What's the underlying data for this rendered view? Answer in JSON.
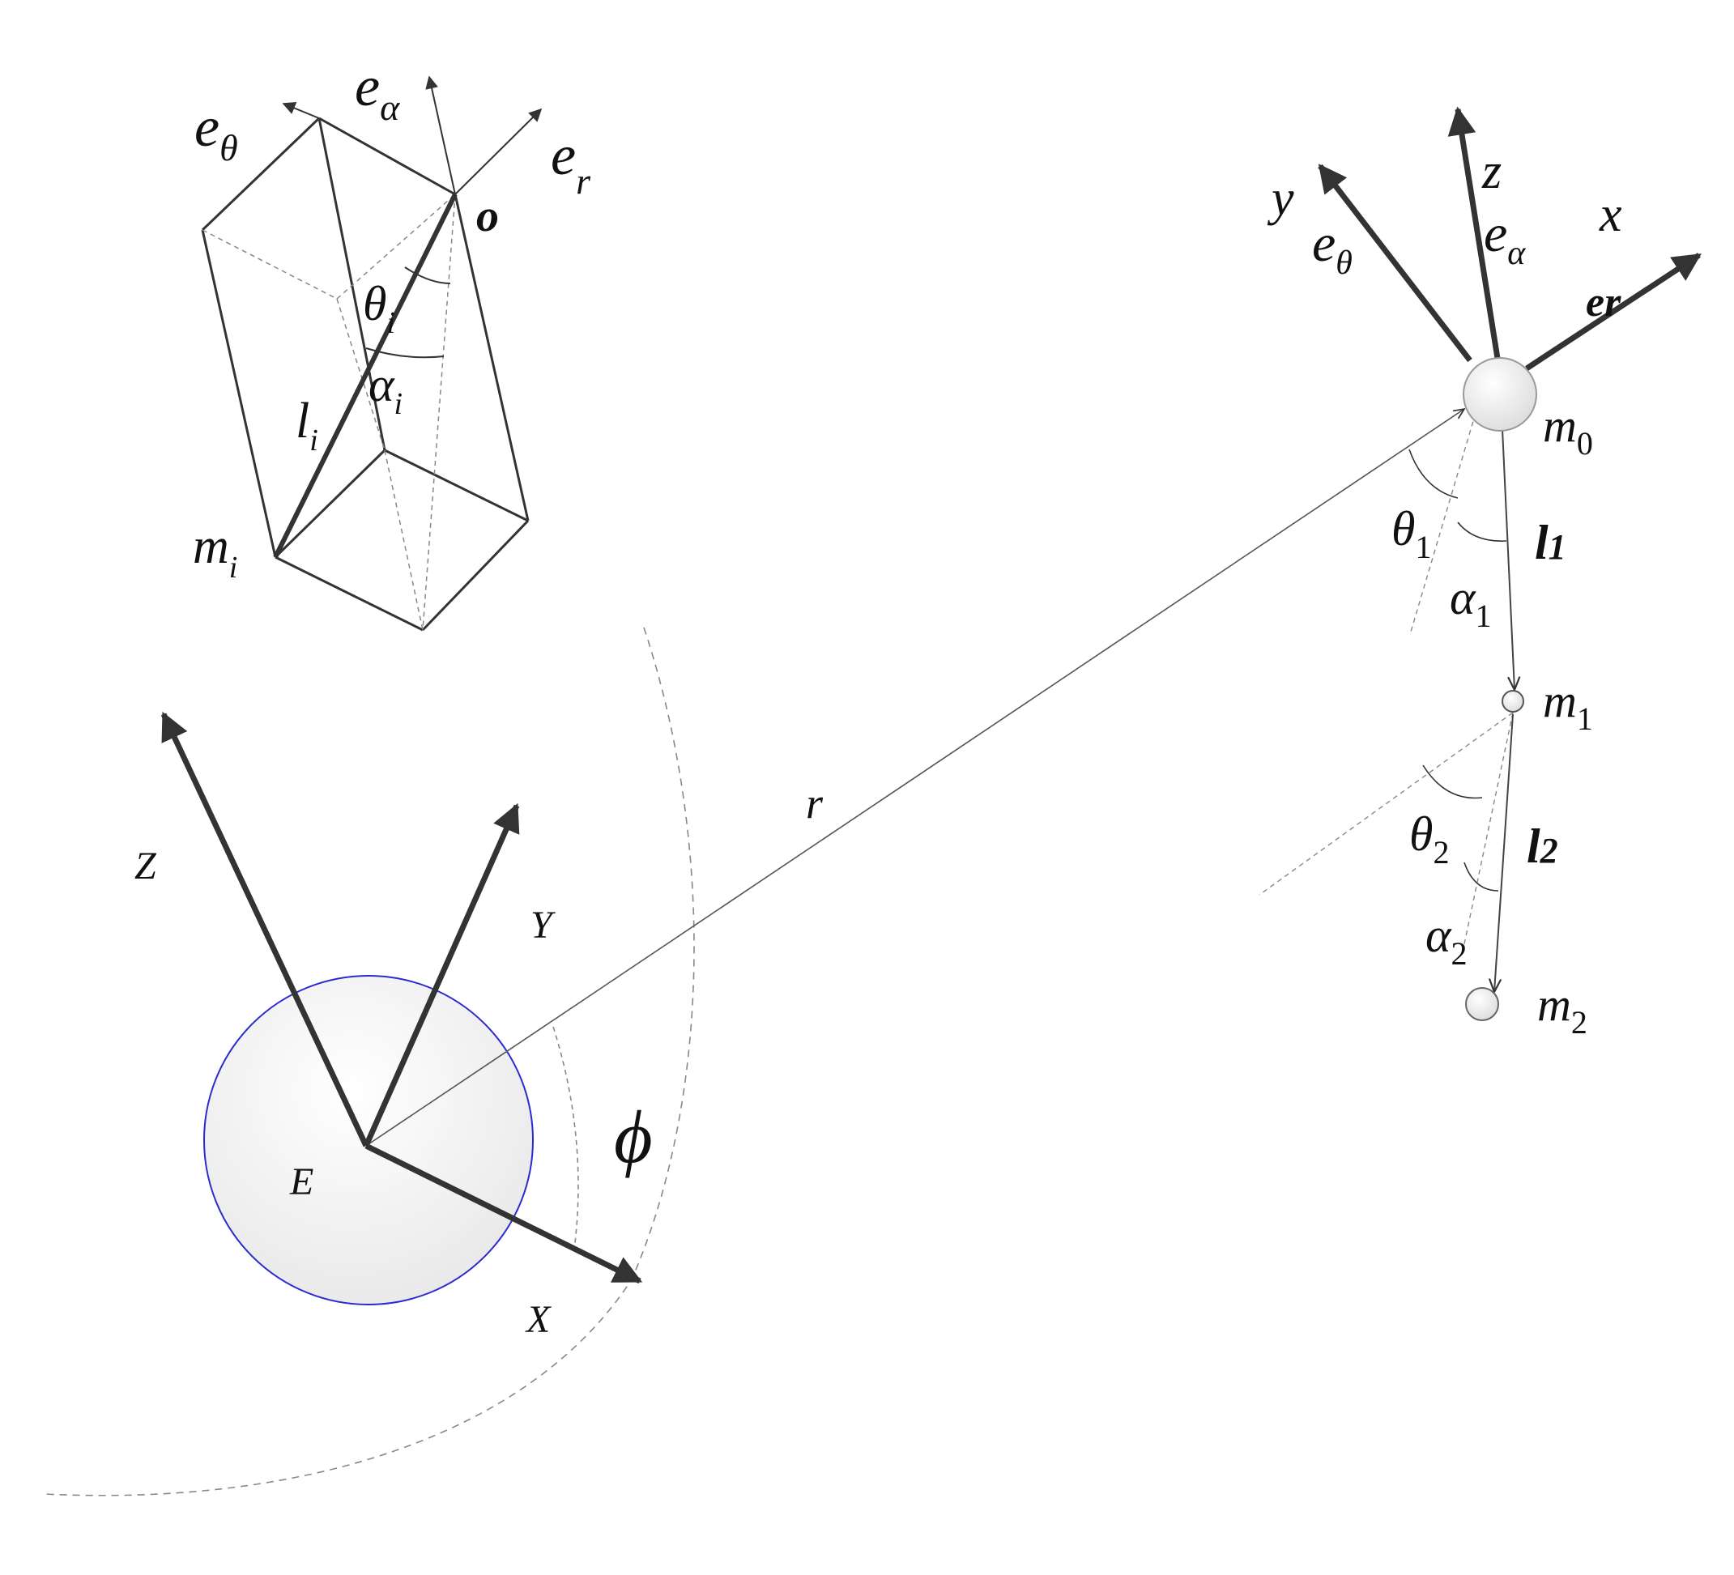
{
  "inset": {
    "e_theta": {
      "base": "e",
      "sub": "θ"
    },
    "e_alpha": {
      "base": "e",
      "sub": "α"
    },
    "e_r": {
      "base": "e",
      "sub": "r"
    },
    "origin": "o",
    "theta_i": {
      "base": "θ",
      "sub": "i"
    },
    "alpha_i": {
      "base": "α",
      "sub": "i"
    },
    "l_i": {
      "base": "l",
      "sub": "i"
    },
    "m_i": {
      "base": "m",
      "sub": "i"
    }
  },
  "earth": {
    "label": "E",
    "fill": "#efefef",
    "stroke": "#2a2ad0",
    "axis_x": "X",
    "axis_y": "Y",
    "axis_z": "Z",
    "phi": "ϕ",
    "r": "r"
  },
  "tether": {
    "y": "y",
    "z": "z",
    "x": "x",
    "e_theta": {
      "base": "e",
      "sub": "θ"
    },
    "e_alpha": {
      "base": "e",
      "sub": "α"
    },
    "e_r": {
      "base": "e",
      "sub": "r"
    },
    "m0": {
      "base": "m",
      "sub": "0"
    },
    "m1": {
      "base": "m",
      "sub": "1"
    },
    "m2": {
      "base": "m",
      "sub": "2"
    },
    "theta1": {
      "base": "θ",
      "sub": "1"
    },
    "alpha1": {
      "base": "α",
      "sub": "1"
    },
    "theta2": {
      "base": "θ",
      "sub": "2"
    },
    "alpha2": {
      "base": "α",
      "sub": "2"
    },
    "l1": {
      "base": "l",
      "sub": "1"
    },
    "l2": {
      "base": "l",
      "sub": "2"
    }
  }
}
